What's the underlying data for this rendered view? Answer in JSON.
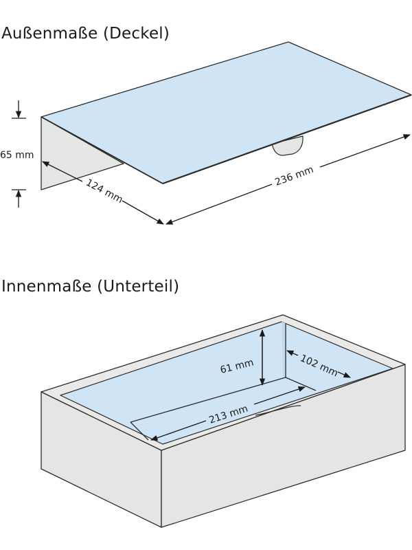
{
  "section_top": {
    "title": "Außenmaße (Deckel)",
    "height_label": "65 mm",
    "depth_label": "124 mm",
    "width_label": "236 mm"
  },
  "section_bottom": {
    "title": "Innenmaße (Unterteil)",
    "height_label": "61 mm",
    "depth_label": "102 mm",
    "width_label": "213 mm"
  },
  "colors": {
    "lid_top": "#cfe4f4",
    "lid_side": "#e4e6e3",
    "box_side": "#e4e6e3",
    "box_inner": "#cfe4f4",
    "rim": "#e9eae8",
    "line": "#2b2b2b"
  }
}
